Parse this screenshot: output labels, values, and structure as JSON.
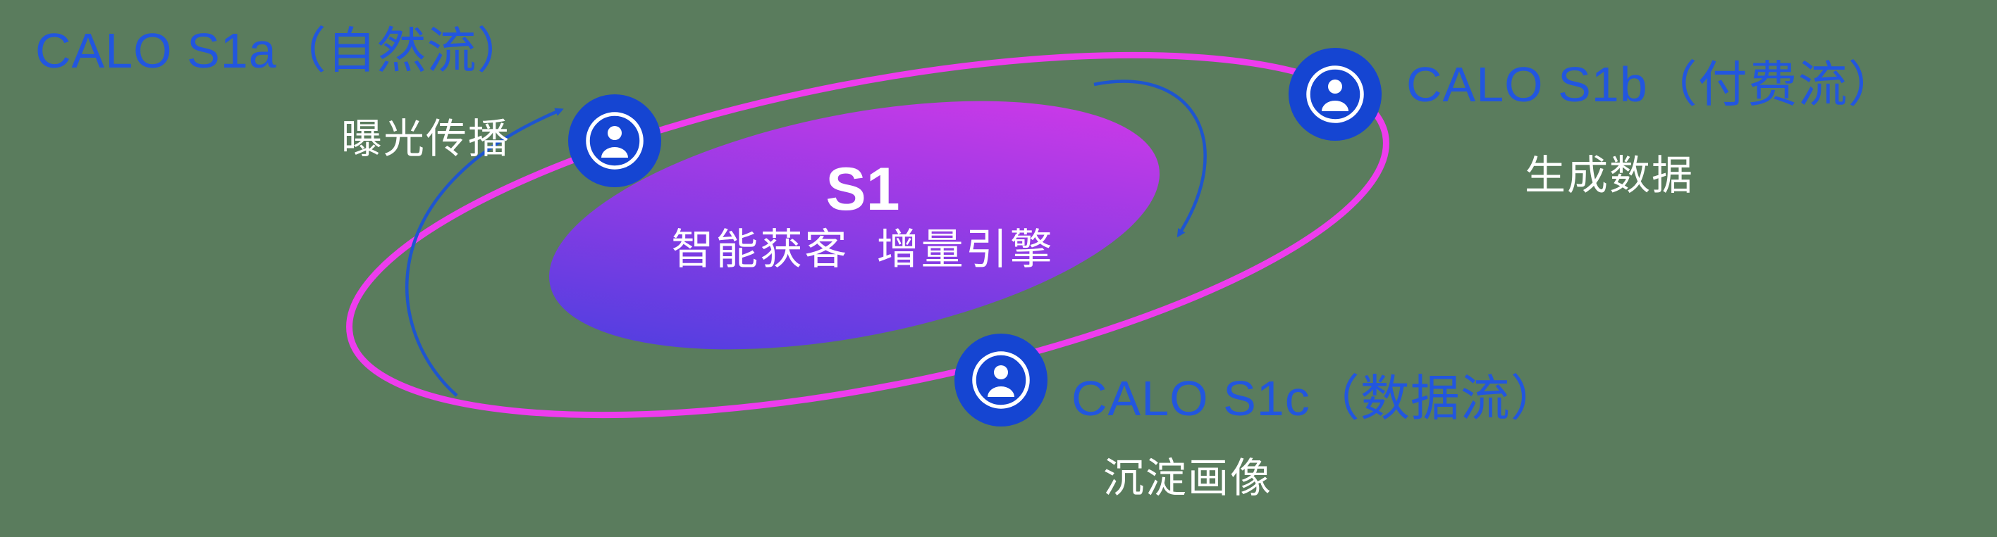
{
  "diagram_title": "S1 智能获客增量引擎环形图",
  "background_color": "#5a7c5d",
  "colors": {
    "orbit_ring": "#ee3cee",
    "node_fill": "#1545d2",
    "label_blue": "#2256df",
    "arrow_blue": "#1e55cf",
    "ellipse_gradient_start": "#3f3fdf",
    "ellipse_gradient_end": "#df38e9",
    "text_white": "#ffffff"
  },
  "center": {
    "title": "S1",
    "subtitle": "智能获客  增量引擎"
  },
  "nodes": [
    {
      "id": "s1a",
      "label": "CALO S1a（自然流）",
      "sublabel": "曝光传播",
      "icon": "person-icon"
    },
    {
      "id": "s1b",
      "label": "CALO S1b（付费流）",
      "sublabel": "生成数据",
      "icon": "person-icon"
    },
    {
      "id": "s1c",
      "label": "CALO S1c（数据流）",
      "sublabel": "沉淀画像",
      "icon": "person-icon"
    }
  ]
}
